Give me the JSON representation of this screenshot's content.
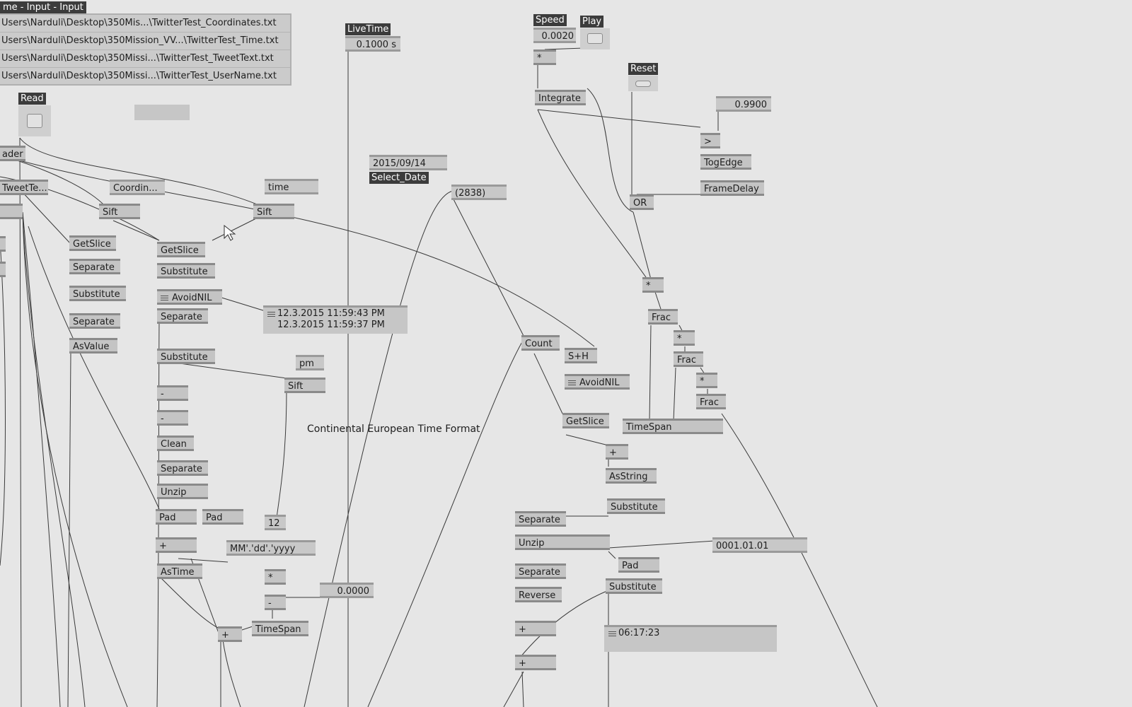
{
  "window": {
    "title": "me - Input - Input"
  },
  "file_spread": [
    "Users\\Narduli\\Desktop\\350Mis...\\TwitterTest_Coordinates.txt",
    "Users\\Narduli\\Desktop\\350Mission_VV...\\TwitterTest_Time.txt",
    "Users\\Narduli\\Desktop\\350Missi...\\TwitterTest_TweetText.txt",
    "Users\\Narduli\\Desktop\\350Missi...\\TwitterTest_UserName.txt"
  ],
  "labels": {
    "read": "Read",
    "livetime": "LiveTime",
    "speed": "Speed",
    "play": "Play",
    "reset": "Reset",
    "select_date": "Select_Date"
  },
  "values": {
    "livetime": "0.1000 s",
    "speed": "0.0020",
    "damping": "0.9900",
    "date": "2015/09/14",
    "count": "(2838)",
    "pm": "pm",
    "twelve": "12",
    "format": "MM'.'dd'.'yyyy",
    "zero": "0.0000",
    "base_date": "0001.01.01",
    "clock": "06:17:23",
    "time_a": "12.3.2015 11:59:43 PM",
    "time_b": "12.3.2015 11:59:37 PM"
  },
  "comment": "Continental European Time Format",
  "nodes": {
    "reader": "ader",
    "tweettext": "TweetTe...",
    "coordinates": "Coordin...",
    "time": "time",
    "sift": "Sift",
    "getslice": "GetSlice",
    "separate": "Separate",
    "substitute": "Substitute",
    "asvalue": "AsValue",
    "avoidnil": "AvoidNIL",
    "minus": "-",
    "clean": "Clean",
    "unzip": "Unzip",
    "pad": "Pad",
    "plus": "+",
    "astime": "AsTime",
    "multiply": "*",
    "timespan": "TimeSpan",
    "count": "Count",
    "sandh": "S+H",
    "asstring": "AsString",
    "reverse": "Reverse",
    "integrate": "Integrate",
    "greater": ">",
    "togedge": "TogEdge",
    "framedelay": "FrameDelay",
    "or": "OR",
    "frac": "Frac"
  },
  "colors": {
    "background": "#e6e6e6",
    "node": "#c4c4c4",
    "label": "#3c3c3c"
  }
}
